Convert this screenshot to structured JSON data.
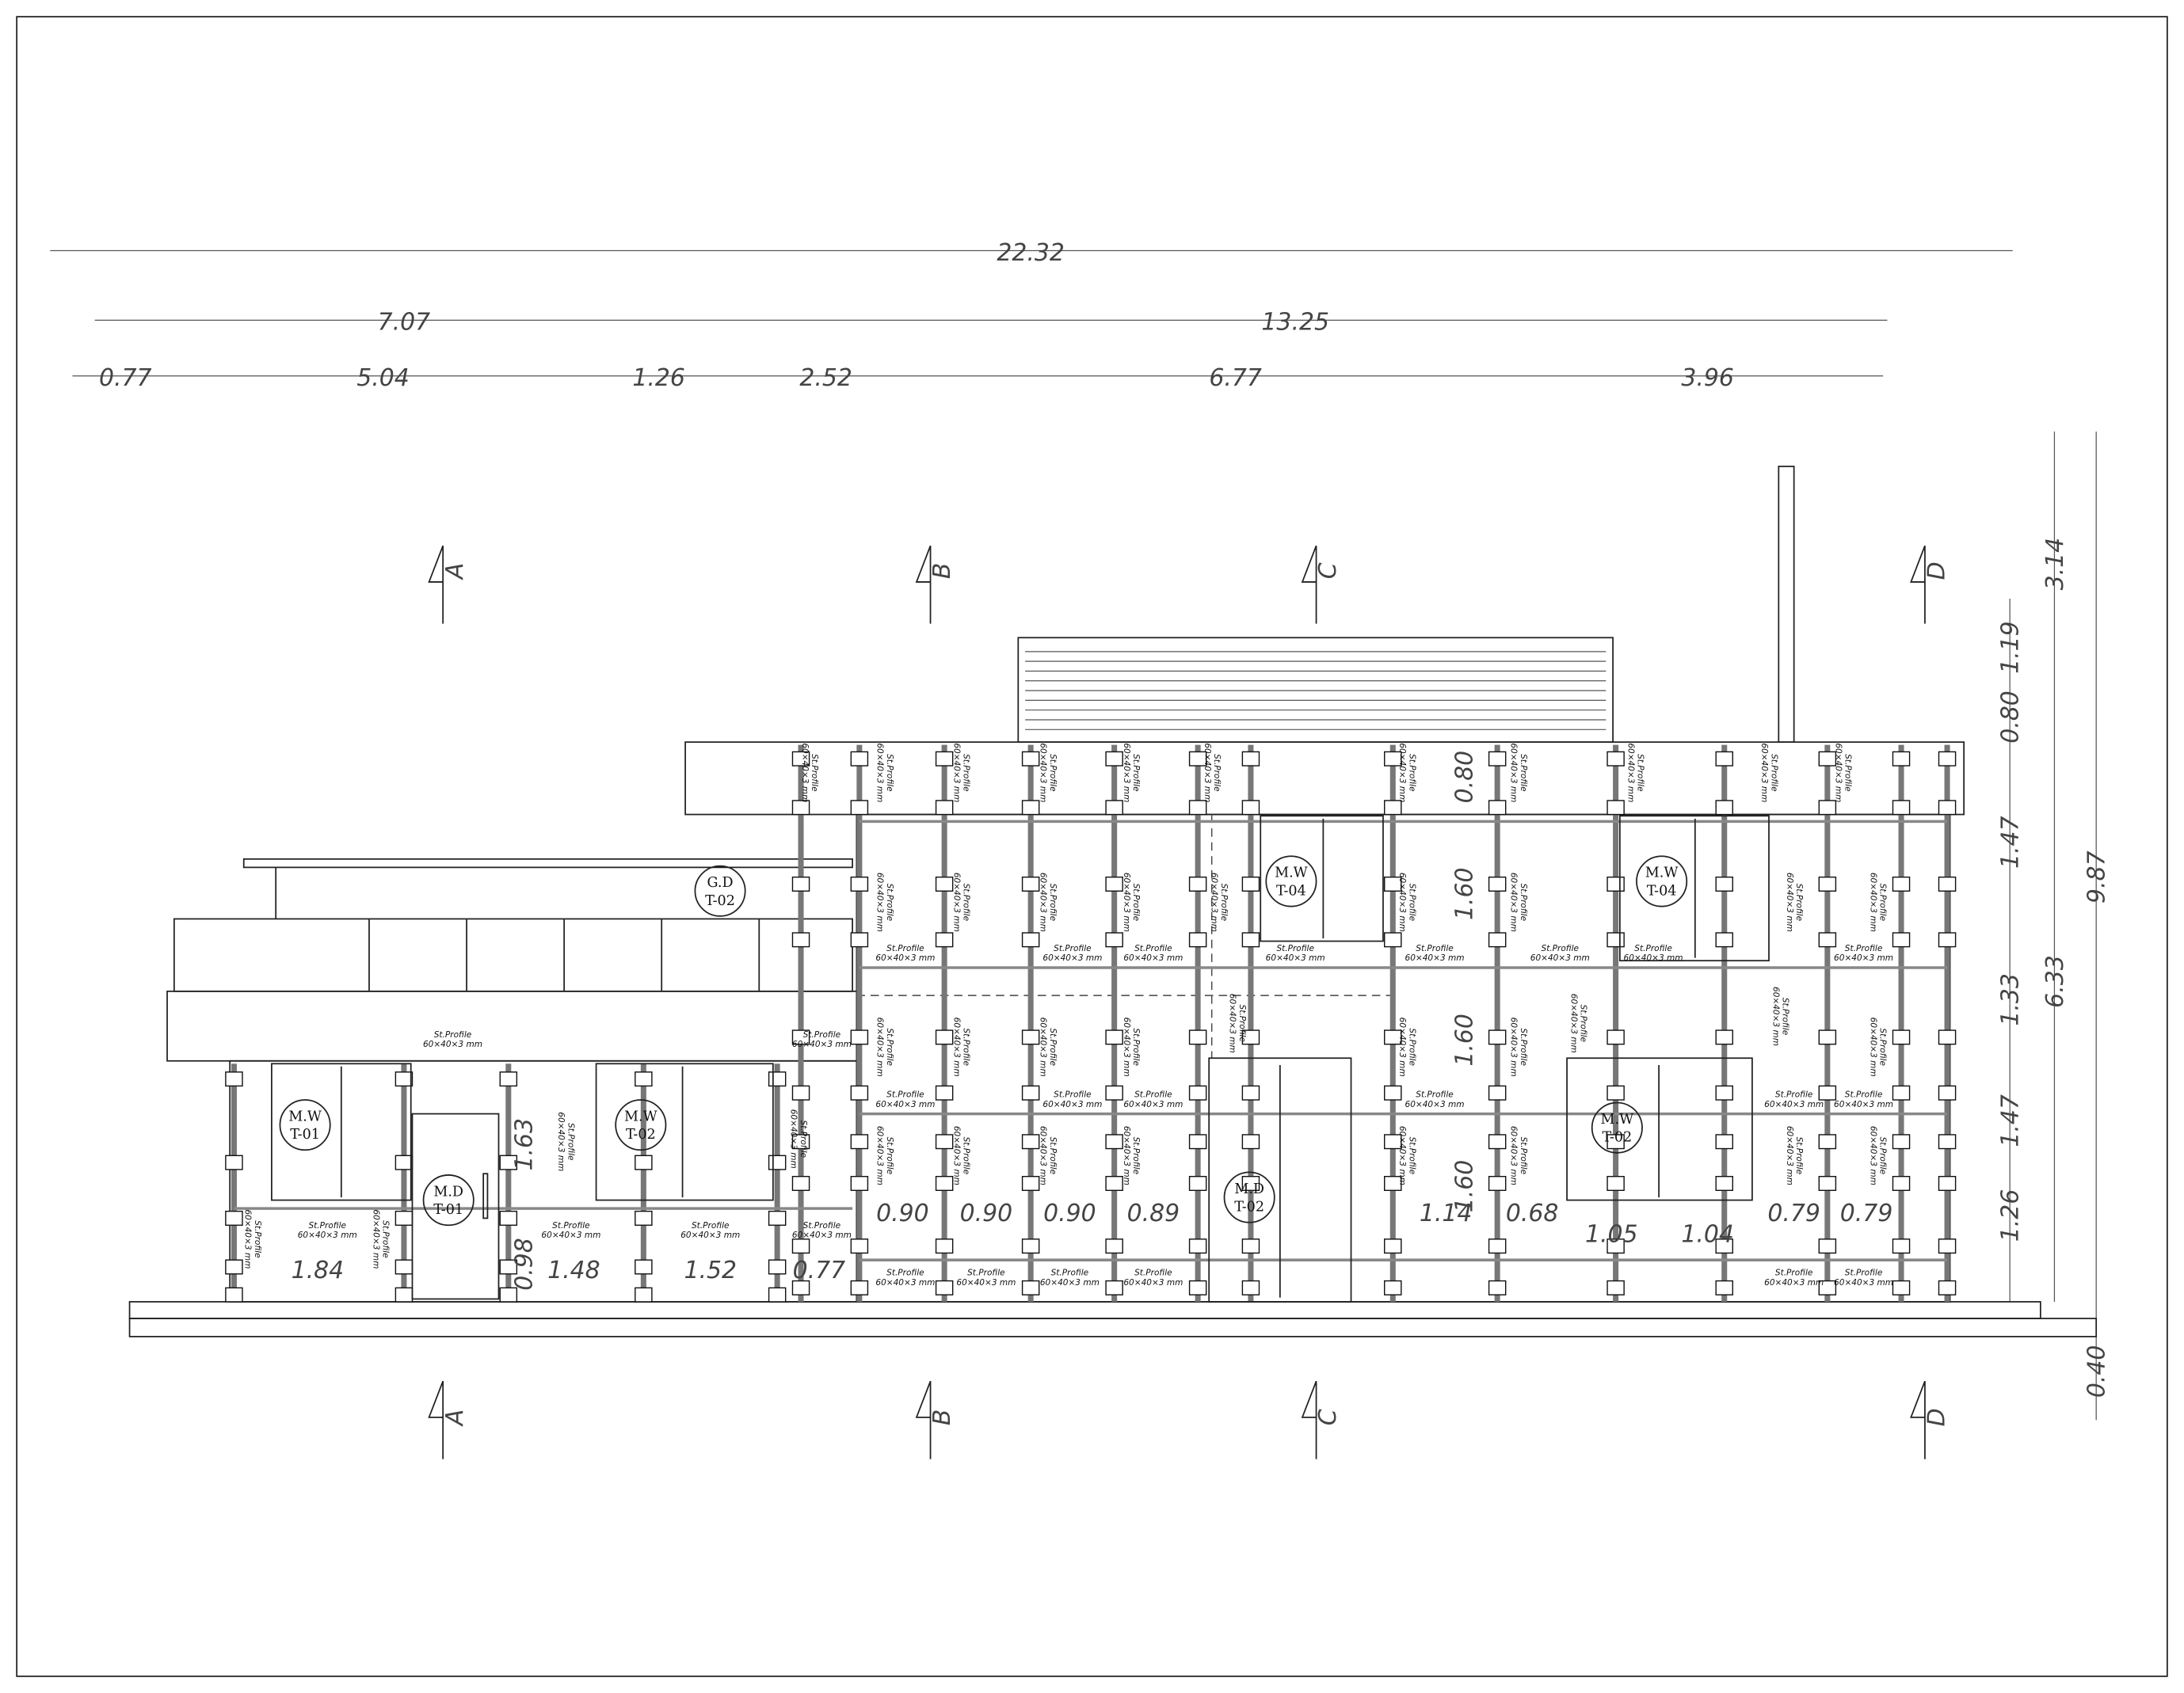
{
  "drawing": {
    "profile_label": {
      "line1": "St.Profile",
      "line2": "60×40×3 mm"
    },
    "overall_dims": {
      "total": "22.32",
      "row2": [
        "7.07",
        "13.25"
      ],
      "row3": [
        "0.77",
        "5.04",
        "1.26",
        "2.52",
        "6.77",
        "3.96"
      ]
    },
    "right_dims": {
      "outer": [
        "9.87",
        "0.40"
      ],
      "middle": [
        "3.14",
        "6.33"
      ],
      "inner": [
        "1.19",
        "0.80",
        "1.47",
        "1.33",
        "1.47",
        "1.26"
      ]
    },
    "internal_dims": [
      "1.84",
      "1.48",
      "1.52",
      "0.77",
      "0.98",
      "1.63",
      "0.90",
      "0.90",
      "0.90",
      "0.89",
      "1.14",
      "0.68",
      "1.05",
      "1.04",
      "0.79",
      "0.79",
      "0.80",
      "1.60",
      "1.60",
      "1.60"
    ],
    "sections": [
      "A",
      "B",
      "C",
      "D"
    ],
    "tags": {
      "gd_t02": [
        "G.D",
        "T-02"
      ],
      "mw_t01": [
        "M.W",
        "T-01"
      ],
      "md_t01": [
        "M.D",
        "T-01"
      ],
      "mw_t02_left": [
        "M.W",
        "T-02"
      ],
      "md_t02": [
        "M.D",
        "T-02"
      ],
      "mw_t02_right": [
        "M.W",
        "T-02"
      ],
      "mw_t04_a": [
        "M.W",
        "T-04"
      ],
      "mw_t04_b": [
        "M.W",
        "T-04"
      ]
    }
  }
}
